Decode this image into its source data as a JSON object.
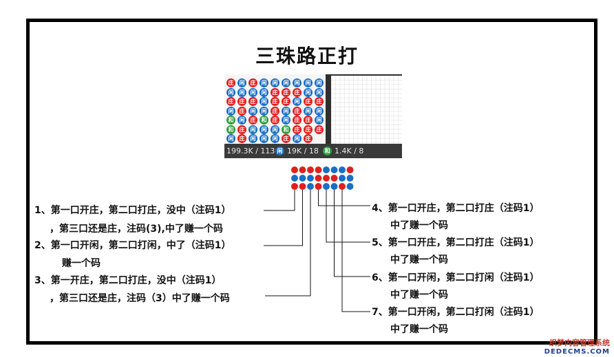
{
  "title": "三珠路正打",
  "colors": {
    "red": "#e02020",
    "blue": "#1a6fc4",
    "green": "#2e9e3a",
    "line": "#111111"
  },
  "board": {
    "rows": [
      [
        "庄",
        "闲",
        "庄",
        "闲",
        "闲",
        "闲",
        "闲",
        "闲",
        "闲"
      ],
      [
        "闲",
        "闲",
        "闲",
        "闲",
        "庄",
        "庄",
        "庄",
        "闲",
        "闲"
      ],
      [
        "庄",
        "庄",
        "庄",
        "闲",
        "庄",
        "庄",
        "闲",
        "庄",
        "庄"
      ],
      [
        "闲",
        "庄",
        "闲",
        "闲",
        "庄",
        "闲",
        "庄",
        "闲",
        "闲"
      ],
      [
        "和",
        "闲",
        "庄",
        "和",
        "庄",
        "闲",
        "庄",
        "庄",
        "闲"
      ],
      [
        "和",
        "庄",
        "闲",
        "闲",
        "闲",
        "和",
        "庄",
        "庄",
        "庄"
      ],
      [
        "闲",
        "庄",
        "闲",
        "闲",
        "闲",
        "庄",
        "闲",
        "庄",
        ""
      ]
    ],
    "footer": {
      "banker": "199.3K / 113",
      "player_icon": "闲",
      "player": "19K / 18",
      "tie_icon": "和",
      "tie": "1.4K / 8"
    }
  },
  "dots": {
    "rows": [
      [
        "red",
        "red",
        "red",
        "red",
        "blue",
        "blue",
        "blue",
        "red"
      ],
      [
        "blue",
        "blue",
        "blue",
        "red",
        "red",
        "red",
        "blue",
        "blue"
      ],
      [
        "red",
        "red",
        "blue",
        "red",
        "blue",
        "blue",
        "red",
        "blue"
      ]
    ]
  },
  "annotations": [
    {
      "line1": "1、第一口开庄，第二口打庄，没中（注码1）",
      "line2": "，第三口还是庄，注码(3),中了赚一个码"
    },
    {
      "line1": "2、第一口开闲，第二口打闲，中了（注码1）",
      "line2": "赚一个码"
    },
    {
      "line1": "3、第一开庄，第二口打庄，没中（注码1）",
      "line2": "，第三口还是庄，注码（3）中了赚一个码"
    },
    {
      "line1": "4、第一口开庄，第二口打庄（注码1）",
      "line2": "中了赚一个码"
    },
    {
      "line1": "5、第一口开庄，第二口打庄（注码1）",
      "line2": "中了赚一个码"
    },
    {
      "line1": "6、第一口开闲，第二口打闲（注码1）",
      "line2": "中了赚一个码"
    },
    {
      "line1": "7、第一口开闲，第二口打闲（注码1）",
      "line2": "中了赚一个码"
    }
  ],
  "watermark": {
    "line1": "织梦内容管理系统",
    "line2": "DEDECMS.COM"
  }
}
